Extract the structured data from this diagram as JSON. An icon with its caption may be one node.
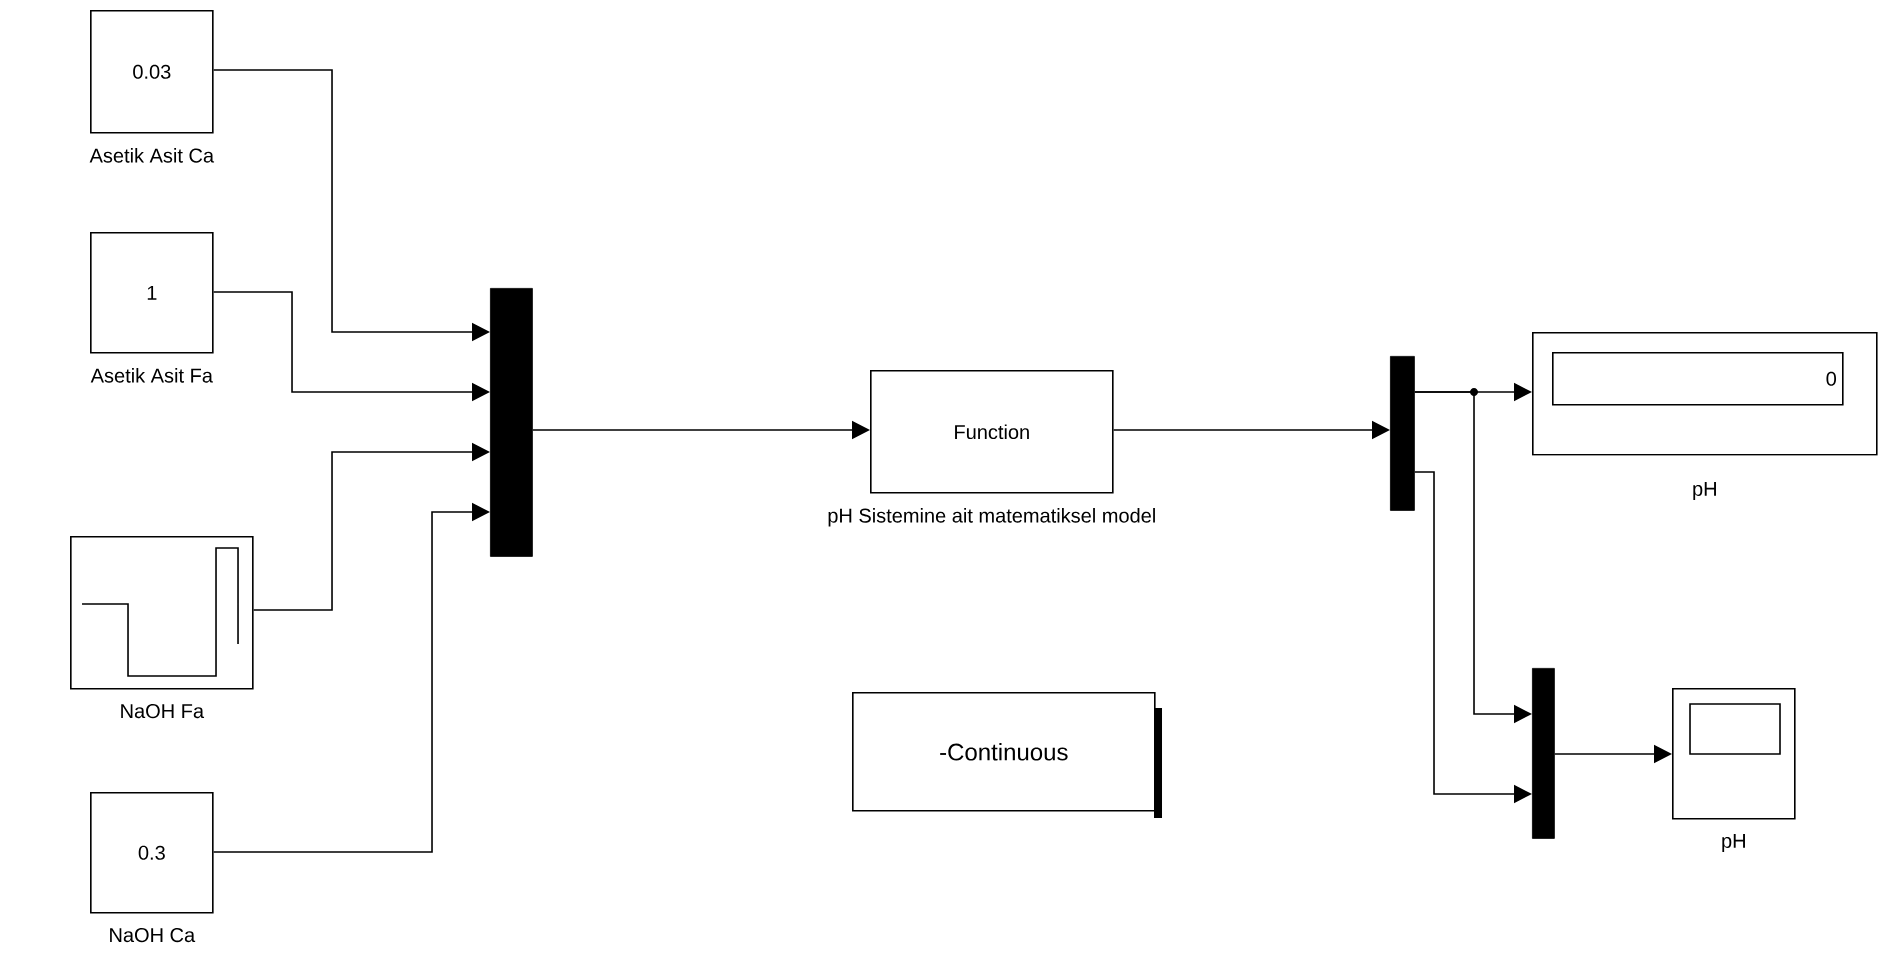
{
  "diagram": {
    "nodes": [
      {
        "text": [
          "0.03"
        ],
        "beside": [
          "Asetik Asit Ca"
        ]
      },
      {
        "text": [
          "1"
        ],
        "beside": [
          "Asetik Asit Fa"
        ]
      },
      {
        "text": [],
        "shape": "picture",
        "beside": [
          "NaOH Fa"
        ]
      },
      {
        "text": [
          "0.3"
        ],
        "beside": [
          "NaOH Ca"
        ]
      },
      {
        "text": [],
        "shape": "bar"
      },
      {
        "text": [
          "Function"
        ],
        "beside": [
          "pH Sistemine ait matematiksel model"
        ]
      },
      {
        "text": [],
        "shape": "bar"
      },
      {
        "text": [
          "0"
        ],
        "beside": [
          "pH"
        ]
      },
      {
        "text": [],
        "shape": "bar"
      },
      {
        "text": [],
        "shape": "picture",
        "beside": [
          "pH"
        ]
      },
      {
        "text": [
          "-Continuous"
        ]
      }
    ],
    "edges": [
      {
        "from": 0,
        "to": 4,
        "arrow": "to"
      },
      {
        "from": 1,
        "to": 4,
        "arrow": "to"
      },
      {
        "from": 2,
        "to": 4,
        "arrow": "to"
      },
      {
        "from": 3,
        "to": 4,
        "arrow": "to"
      },
      {
        "from": 4,
        "to": 5,
        "arrow": "to"
      },
      {
        "from": 5,
        "to": 6,
        "arrow": "to"
      },
      {
        "from": 6,
        "to": 7,
        "arrow": "to"
      },
      {
        "from": 6,
        "to": 8,
        "arrow": "to"
      },
      {
        "from": 6,
        "to": 8,
        "arrow": "to"
      },
      {
        "from": 8,
        "to": 9,
        "arrow": "to"
      }
    ]
  }
}
